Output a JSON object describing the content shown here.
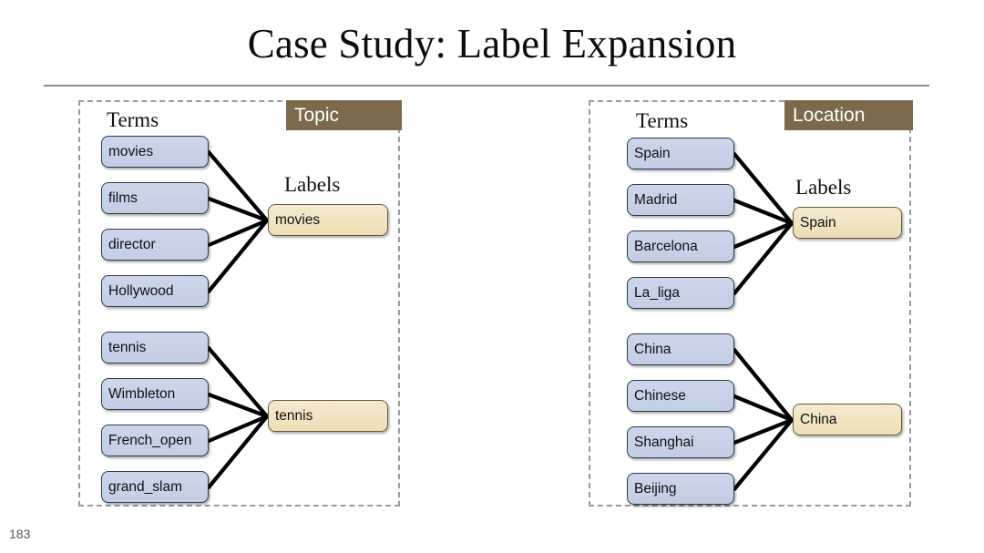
{
  "slide": {
    "title": "Case Study: Label Expansion",
    "page_number": "183",
    "colors": {
      "category_bar": "#7b6a4b",
      "term_box": "#c9d3e7",
      "term_border": "#2b3a55",
      "label_box": "#f0e3bd",
      "label_border": "#6a5b36",
      "panel_border": "#9a9a9a",
      "rule": "#8c8c8c",
      "text": "#111111"
    }
  },
  "panels": [
    {
      "id": "topic",
      "category": "Topic",
      "terms_heading": "Terms",
      "labels_heading": "Labels",
      "groups": [
        {
          "label": "movies",
          "terms": [
            "movies",
            "films",
            "director",
            "Hollywood"
          ]
        },
        {
          "label": "tennis",
          "terms": [
            "tennis",
            "Wimbleton",
            "French_open",
            "grand_slam"
          ]
        }
      ]
    },
    {
      "id": "location",
      "category": "Location",
      "terms_heading": "Terms",
      "labels_heading": "Labels",
      "groups": [
        {
          "label": "Spain",
          "terms": [
            "Spain",
            "Madrid",
            "Barcelona",
            "La_liga"
          ]
        },
        {
          "label": "China",
          "terms": [
            "China",
            "Chinese",
            "Shanghai",
            "Beijing"
          ]
        }
      ]
    }
  ]
}
